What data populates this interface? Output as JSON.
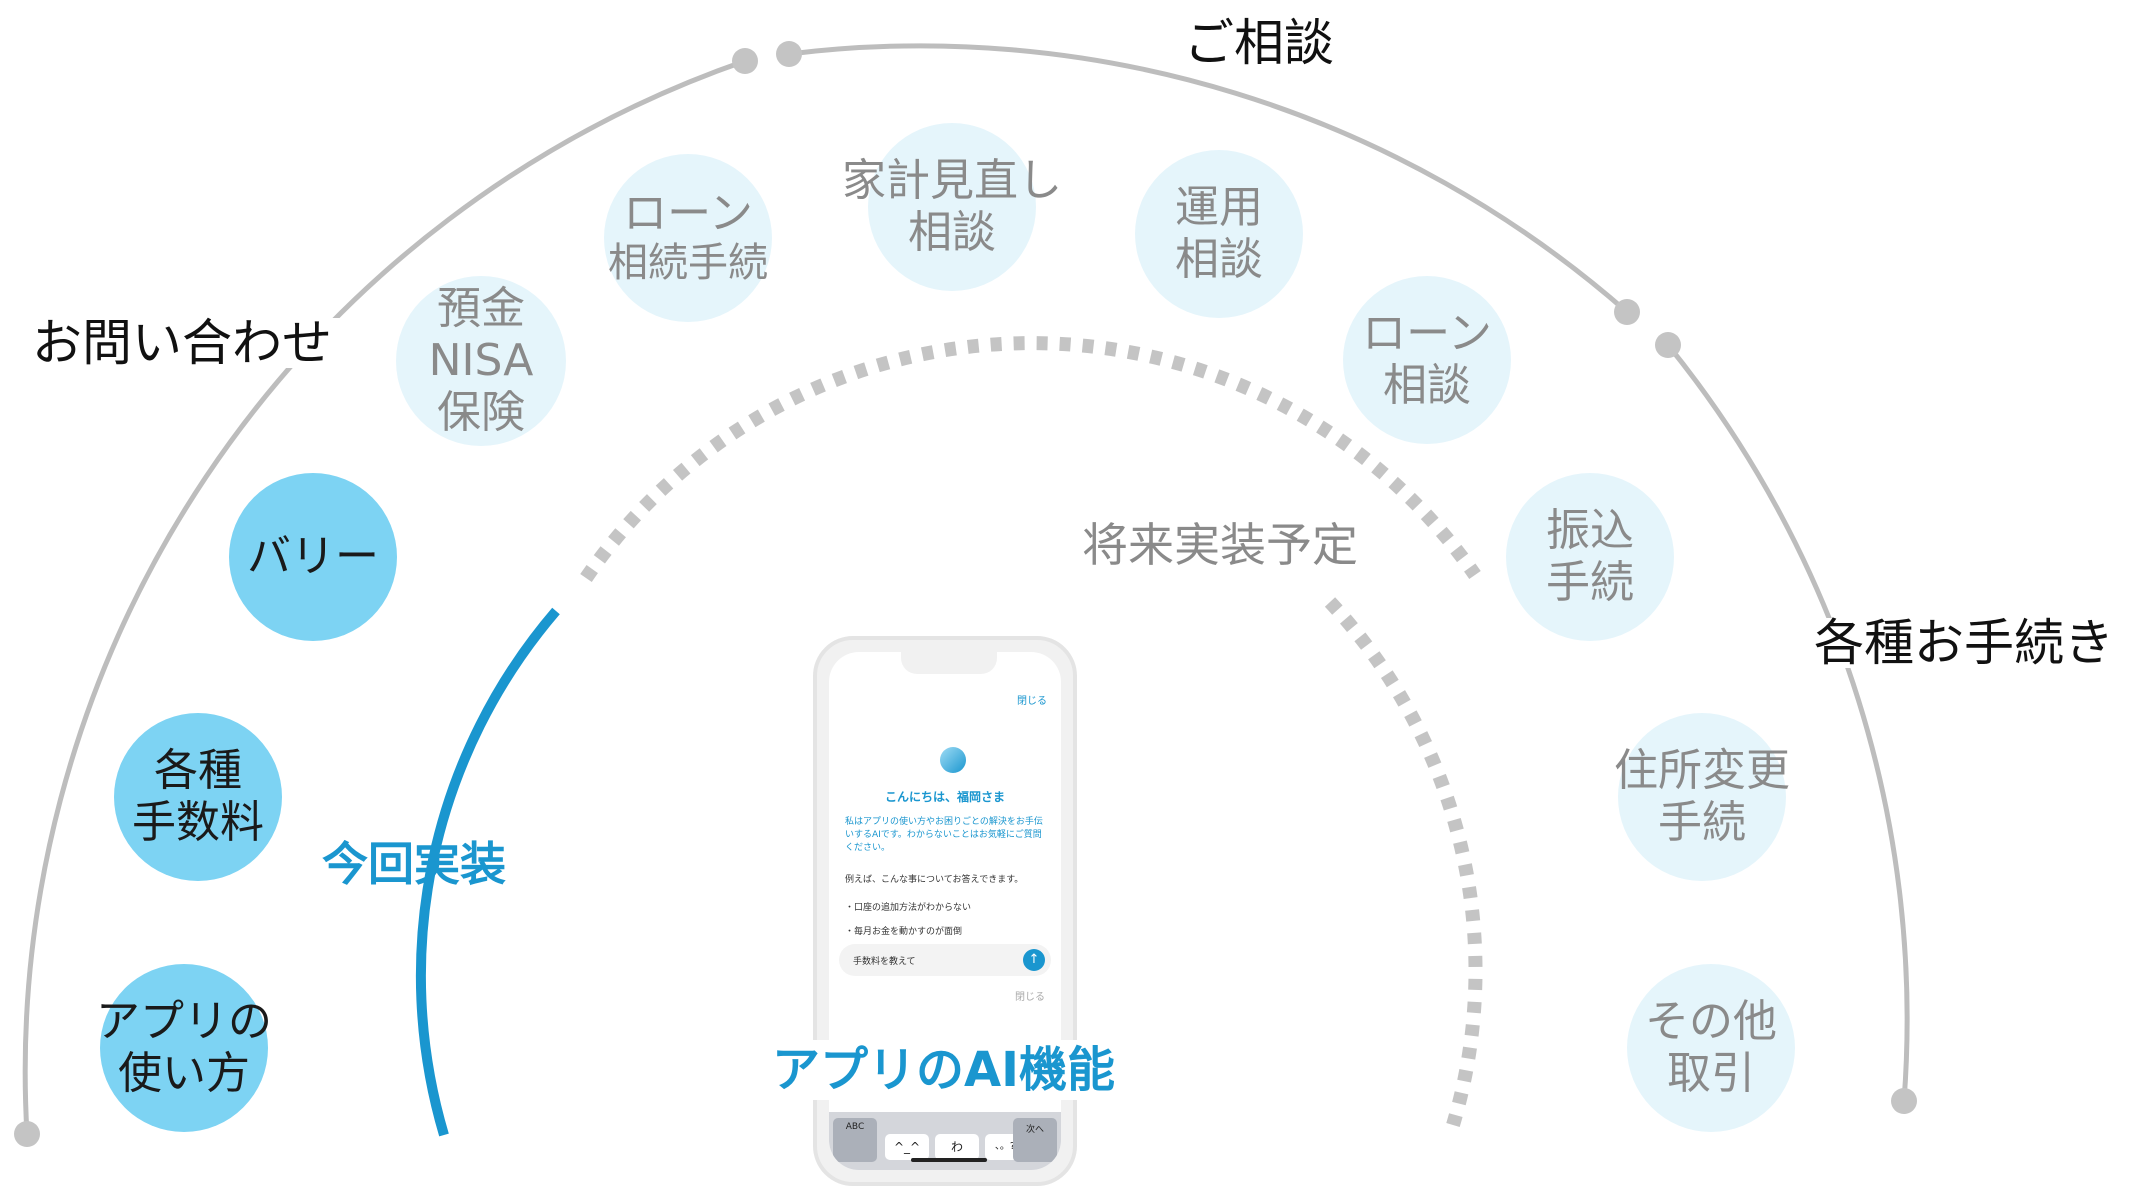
{
  "categories": {
    "consultation": "ご相談",
    "inquiry": "お問い合わせ",
    "procedures": "各種お手続き"
  },
  "current_impl_label": "今回実装",
  "future_impl_label": "将来実装予定",
  "app_ai_label": "アプリのAI機能",
  "active_items": [
    {
      "line1": "バリー",
      "line2": ""
    },
    {
      "line1": "各種",
      "line2": "手数料"
    },
    {
      "line1": "アプリの",
      "line2": "使い方"
    }
  ],
  "future_items": [
    {
      "line1": "預金",
      "line2": "NISA",
      "line3": "保険"
    },
    {
      "line1": "ローン",
      "line2": "相続手続",
      "line3": ""
    },
    {
      "line1": "家計見直し",
      "line2": "相談",
      "line3": ""
    },
    {
      "line1": "運用",
      "line2": "相談",
      "line3": ""
    },
    {
      "line1": "ローン",
      "line2": "相談",
      "line3": ""
    },
    {
      "line1": "振込",
      "line2": "手続",
      "line3": ""
    },
    {
      "line1": "住所変更",
      "line2": "手続",
      "line3": ""
    },
    {
      "line1": "その他",
      "line2": "取引",
      "line3": ""
    }
  ],
  "phone": {
    "close_label": "閉じる",
    "greeting": "こんにちは、福岡さま",
    "description": "私はアプリの使い方やお困りごとの解決をお手伝いするAIです。わからないことはお気軽にご質問ください。",
    "example_intro": "例えば、こんな事についてお答えできます。",
    "bullets": [
      "・口座の追加方法がわからない",
      "・毎月お金を動かすのが面倒"
    ],
    "input_value": "手数料を教えて",
    "send_icon": "arrow-up-icon",
    "close_label_2": "閉じる",
    "keyboard": {
      "abc": "ABC",
      "next": "次へ",
      "keys": [
        "^_^",
        "わ",
        "、。?!"
      ]
    }
  },
  "colors": {
    "active_circle": "#7dd3f3",
    "future_circle": "#e5f5fb",
    "accent_blue": "#1a96cf",
    "arc_gray": "#bdbdbd",
    "dot_gray": "#c4c4c4",
    "future_text": "#8a8a8a"
  }
}
